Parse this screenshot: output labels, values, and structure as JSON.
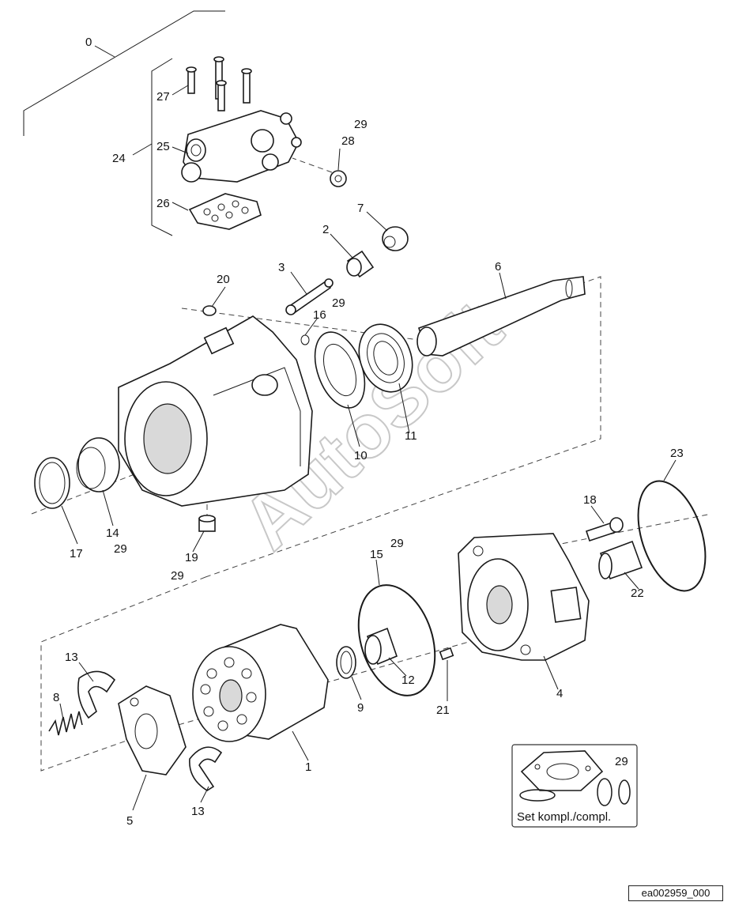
{
  "callouts": {
    "p0": "0",
    "p1": "1",
    "p2": "2",
    "p3": "3",
    "p4": "4",
    "p5": "5",
    "p6": "6",
    "p7": "7",
    "p8": "8",
    "p9": "9",
    "p10": "10",
    "p11": "11",
    "p12": "12",
    "p13a": "13",
    "p13b": "13",
    "p14": "14",
    "p15": "15",
    "p16": "16",
    "p17": "17",
    "p18": "18",
    "p19": "19",
    "p20": "20",
    "p21": "21",
    "p22": "22",
    "p23": "23",
    "p24": "24",
    "p25": "25",
    "p26": "26",
    "p27": "27",
    "p28": "28",
    "p29_valve": "29",
    "p29_pin": "29",
    "p29_ring": "29",
    "p29_plug": "29",
    "p29_seal": "29",
    "p29_kit": "29"
  },
  "kit": {
    "caption": "Set kompl./compl."
  },
  "watermark": "AutoSoft",
  "reference_code": "ea002959_000"
}
